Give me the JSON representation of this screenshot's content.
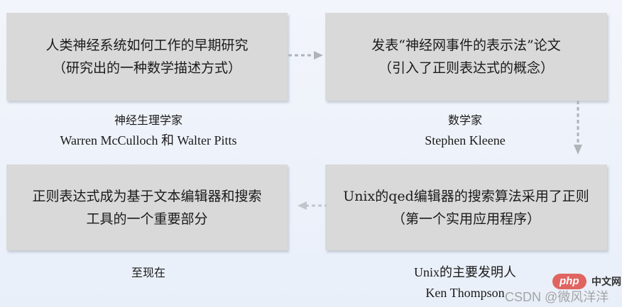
{
  "diagram": {
    "nodes": [
      {
        "id": "n1",
        "lines": [
          "人类神经系统如何工作的早期研究",
          "（研究出的一种数学描述方式）"
        ],
        "caption": [
          "神经生理学家",
          "Warren McCulloch 和 Walter Pitts"
        ]
      },
      {
        "id": "n2",
        "lines": [
          "发表“神经网事件的表示法”论文",
          "（引入了正则表达式的概念）"
        ],
        "caption": [
          "数学家",
          "Stephen Kleene"
        ]
      },
      {
        "id": "n3",
        "lines": [
          "Unix的qed编辑器的搜索算法采用了正则",
          "（第一个实用应用程序）"
        ],
        "caption": [
          "Unix的主要发明人",
          "Ken Thompson"
        ]
      },
      {
        "id": "n4",
        "lines": [
          "正则表达式成为基于文本编辑器和搜索",
          "工具的一个重要部分"
        ],
        "caption": [
          "至现在"
        ]
      }
    ],
    "edges": [
      {
        "from": "n1",
        "to": "n2",
        "style": "dashed",
        "direction": "right"
      },
      {
        "from": "n2",
        "to": "n3",
        "style": "dashed",
        "direction": "down"
      },
      {
        "from": "n3",
        "to": "n4",
        "style": "dashed",
        "direction": "left"
      }
    ],
    "colors": {
      "background": "#eef2fa",
      "box_fill": "#d9d9d9",
      "arrow": "#b0b4ba",
      "text": "#1a1a1a"
    }
  },
  "watermark": {
    "php_badge": "php",
    "php_cn": "中文网",
    "csdn": "CSDN @微风洋洋"
  }
}
